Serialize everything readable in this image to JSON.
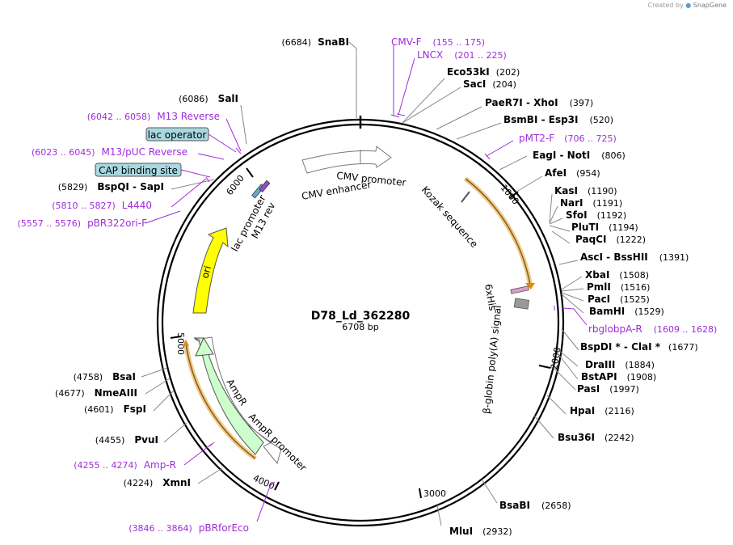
{
  "credit": {
    "prefix": "Created by",
    "brand": "SnapGene"
  },
  "plasmid": {
    "name": "D78_Ld_362280",
    "size": "6708 bp"
  },
  "ticks": [
    "1000",
    "2000",
    "3000",
    "4000",
    "5000",
    "6000"
  ],
  "enzymes": [
    {
      "name": "SnaBI",
      "pos": "(6684)"
    },
    {
      "name": "Eco53kI",
      "pos": "(202)"
    },
    {
      "name": "SacI",
      "pos": "(204)"
    },
    {
      "name": "PaeR7I  -  XhoI",
      "pos": "(397)"
    },
    {
      "name": "BsmBI  -  Esp3I",
      "pos": "(520)"
    },
    {
      "name": "EagI  -  NotI",
      "pos": "(806)"
    },
    {
      "name": "AfeI",
      "pos": "(954)"
    },
    {
      "name": "KasI",
      "pos": "(1190)"
    },
    {
      "name": "NarI",
      "pos": "(1191)"
    },
    {
      "name": "SfoI",
      "pos": "(1192)"
    },
    {
      "name": "PluTI",
      "pos": "(1194)"
    },
    {
      "name": "PaqCI",
      "pos": "(1222)"
    },
    {
      "name": "AscI  -  BssHII",
      "pos": "(1391)"
    },
    {
      "name": "XbaI",
      "pos": "(1508)"
    },
    {
      "name": "PmlI",
      "pos": "(1516)"
    },
    {
      "name": "PacI",
      "pos": "(1525)"
    },
    {
      "name": "BamHI",
      "pos": "(1529)"
    },
    {
      "name": "BspDI *  -  ClaI *",
      "pos": "(1677)"
    },
    {
      "name": "DraIII",
      "pos": "(1884)"
    },
    {
      "name": "BstAPI",
      "pos": "(1908)"
    },
    {
      "name": "PasI",
      "pos": "(1997)"
    },
    {
      "name": "HpaI",
      "pos": "(2116)"
    },
    {
      "name": "Bsu36I",
      "pos": "(2242)"
    },
    {
      "name": "BsaBI",
      "pos": "(2658)"
    },
    {
      "name": "MluI",
      "pos": "(2932)"
    },
    {
      "name": "XmnI",
      "pos": "(4224)"
    },
    {
      "name": "PvuI",
      "pos": "(4455)"
    },
    {
      "name": "FspI",
      "pos": "(4601)"
    },
    {
      "name": "NmeAIII",
      "pos": "(4677)"
    },
    {
      "name": "BsaI",
      "pos": "(4758)"
    },
    {
      "name": "SalI",
      "pos": "(6086)"
    },
    {
      "name": "BspQI  -  SapI",
      "pos": "(5829)"
    }
  ],
  "primers": [
    {
      "name": "CMV-F",
      "range": "(155 .. 175)"
    },
    {
      "name": "LNCX",
      "range": "(201 .. 225)"
    },
    {
      "name": "pMT2-F",
      "range": "(706 .. 725)"
    },
    {
      "name": "rbglobpA-R",
      "range": "(1609 .. 1628)"
    },
    {
      "name": "Amp-R",
      "range": "(4255 .. 4274)"
    },
    {
      "name": "pBRforEco",
      "range": "(3846 .. 3864)"
    },
    {
      "name": "M13 Reverse",
      "range": "(6042 .. 6058)"
    },
    {
      "name": "M13/pUC Reverse",
      "range": "(6023 .. 6045)"
    },
    {
      "name": "L4440",
      "range": "(5810 .. 5827)"
    },
    {
      "name": "pBR322ori-F",
      "range": "(5557 .. 5576)"
    }
  ],
  "boxed_features": [
    "lac operator",
    "CAP binding site"
  ],
  "features": {
    "cmv_promoter": "CMV promoter",
    "cmv_enhancer": "CMV enhancer",
    "kozak": "Kozak sequence",
    "his": "6xHis",
    "bglobin": "β-globin poly(A) signal",
    "ampr": "AmpR",
    "ampr_promoter": "AmpR promoter",
    "ori": "ori",
    "lac_promoter": "lac promoter",
    "m13rev": "M13 rev"
  },
  "colors": {
    "primer": "#a02cd8",
    "orf": "#f5a623",
    "ori": "#ffff00",
    "ampr": "#ccffcc",
    "box": "#a8d8e0"
  }
}
